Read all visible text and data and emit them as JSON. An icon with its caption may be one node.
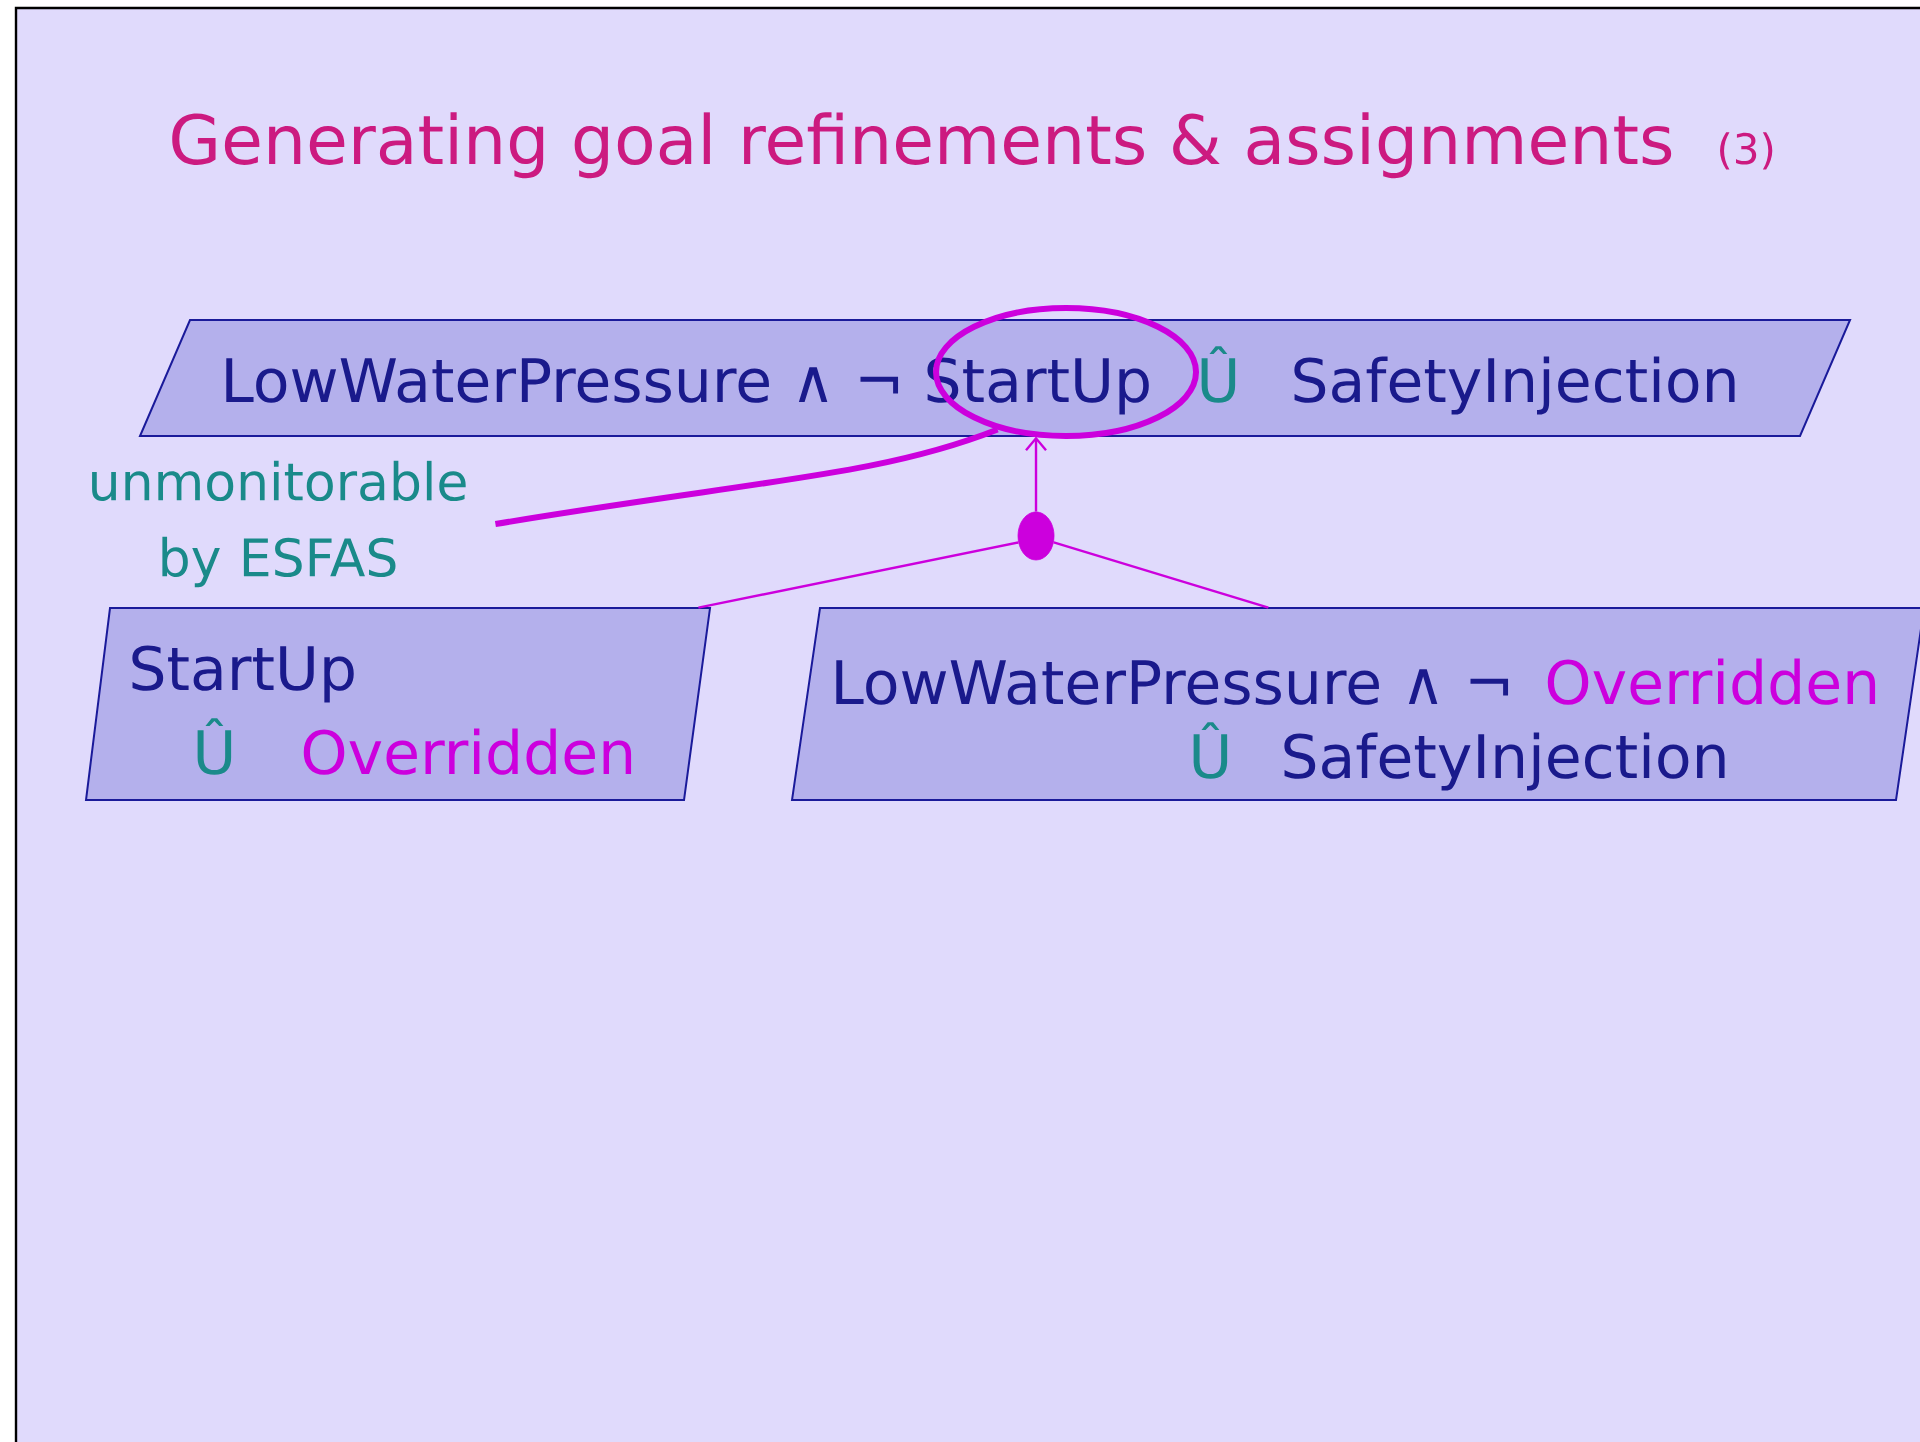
{
  "diagram": {
    "title": "Generating goal refinements & assignments",
    "nodes": [
      {
        "text": [
          "LowWaterPressure ∧ ¬ StartUp",
          "Û",
          "SafetyInjection"
        ]
      },
      {
        "text": [
          "StartUp",
          "Û",
          "Overridden"
        ]
      },
      {
        "text": [
          "LowWaterPressure ∧ ¬",
          "Overridden",
          "Û",
          "SafetyInjection"
        ]
      },
      {
        "text": [],
        "shape": "circle"
      },
      {
        "text": [
          "unmonitorable by ESFAS"
        ]
      },
      {
        "text": [],
        "shape": "circle"
      }
    ],
    "edges": [
      {
        "from": 5,
        "to": 0,
        "arrow": "to"
      },
      {
        "from": 1,
        "to": 5,
        "arrow": "none"
      },
      {
        "from": 2,
        "to": 5,
        "arrow": "none"
      },
      {
        "from": 4,
        "to": 3,
        "arrow": "none",
        "style": "thick"
      }
    ],
    "labels": [
      "(3)"
    ]
  }
}
